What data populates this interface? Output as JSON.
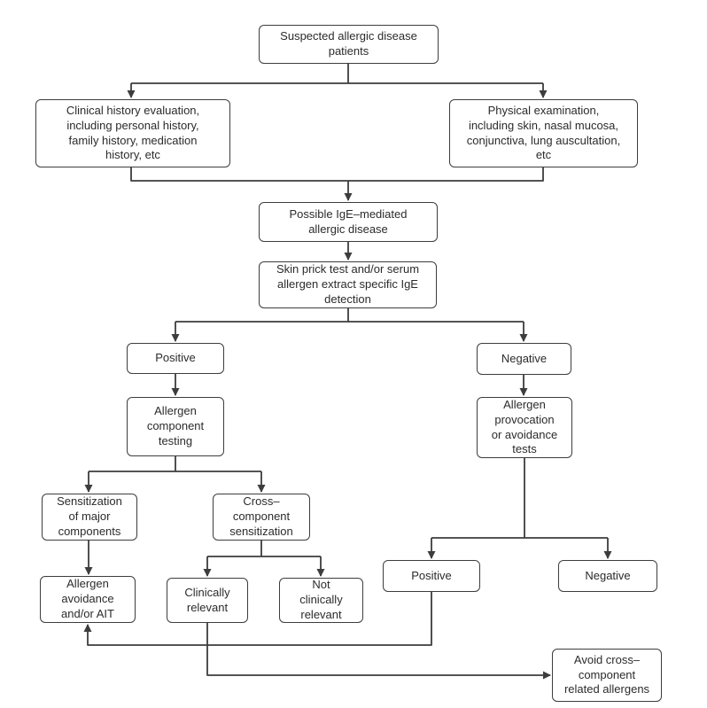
{
  "diagram": {
    "type": "flowchart",
    "colors": {
      "background": "#ffffff",
      "line": "#3d3d3d",
      "box_border": "#3d3d3d",
      "box_fill": "#ffffff",
      "text": "#2b2b2b"
    },
    "nodes": {
      "suspected": {
        "label": "Suspected allergic disease\npatients"
      },
      "clinical_history": {
        "label": "Clinical history evaluation,\nincluding personal history,\nfamily history, medication\nhistory, etc"
      },
      "physical_exam": {
        "label": "Physical examination,\nincluding skin, nasal mucosa,\nconjunctiva, lung auscultation,\netc"
      },
      "possible_ige": {
        "label": "Possible IgE–mediated\nallergic disease"
      },
      "skin_prick": {
        "label": "Skin prick test and/or serum\nallergen extract specific IgE\ndetection"
      },
      "positive_top": {
        "label": "Positive"
      },
      "negative_top": {
        "label": "Negative"
      },
      "component_testing": {
        "label": "Allergen\ncomponent\ntesting"
      },
      "provocation_tests": {
        "label": "Allergen\nprovocation\nor avoidance\ntests"
      },
      "sensitization_major": {
        "label": "Sensitization\nof major\ncomponents"
      },
      "cross_component": {
        "label": "Cross–\ncomponent\nsensitization"
      },
      "avoidance_ait": {
        "label": "Allergen\navoidance\nand/or AIT"
      },
      "clinically_relevant": {
        "label": "Clinically\nrelevant"
      },
      "not_clinically_relevant": {
        "label": "Not\nclinically\nrelevant"
      },
      "positive_bottom": {
        "label": "Positive"
      },
      "negative_bottom": {
        "label": "Negative"
      },
      "avoid_cross_component": {
        "label": "Avoid cross–\ncomponent\nrelated allergens"
      }
    },
    "edges": [
      {
        "from": "suspected",
        "to": "clinical_history"
      },
      {
        "from": "suspected",
        "to": "physical_exam"
      },
      {
        "from": "clinical_history",
        "to": "possible_ige"
      },
      {
        "from": "physical_exam",
        "to": "possible_ige"
      },
      {
        "from": "possible_ige",
        "to": "skin_prick"
      },
      {
        "from": "skin_prick",
        "to": "positive_top"
      },
      {
        "from": "skin_prick",
        "to": "negative_top"
      },
      {
        "from": "positive_top",
        "to": "component_testing"
      },
      {
        "from": "negative_top",
        "to": "provocation_tests"
      },
      {
        "from": "component_testing",
        "to": "sensitization_major"
      },
      {
        "from": "component_testing",
        "to": "cross_component"
      },
      {
        "from": "sensitization_major",
        "to": "avoidance_ait"
      },
      {
        "from": "cross_component",
        "to": "clinically_relevant"
      },
      {
        "from": "cross_component",
        "to": "not_clinically_relevant"
      },
      {
        "from": "provocation_tests",
        "to": "positive_bottom"
      },
      {
        "from": "provocation_tests",
        "to": "negative_bottom"
      },
      {
        "from": "positive_bottom",
        "to": "avoidance_ait"
      },
      {
        "from": "clinically_relevant",
        "to": "avoid_cross_component"
      }
    ]
  }
}
